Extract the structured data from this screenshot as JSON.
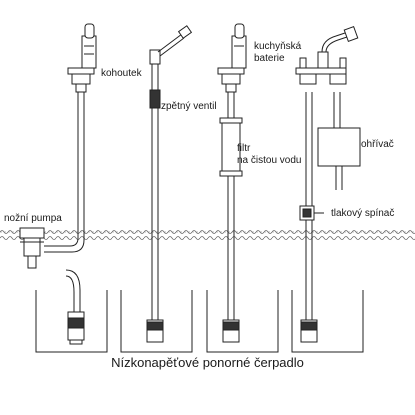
{
  "labels": {
    "faucet": "kohoutek",
    "check_valve": "zpětný ventil",
    "kitchen_mixer_line1": "kuchyňská",
    "kitchen_mixer_line2": "baterie",
    "filter_line1": "filtr",
    "filter_line2": "na čistou vodu",
    "heater": "ohřívač",
    "foot_pump": "nožní pumpa",
    "pressure_switch": "tlakový spínač"
  },
  "caption": "Nízkonapěťové ponorné čerpadlo",
  "colors": {
    "line": "#222222",
    "fill": "#ffffff",
    "ground": "#555555",
    "dark": "#333333"
  }
}
